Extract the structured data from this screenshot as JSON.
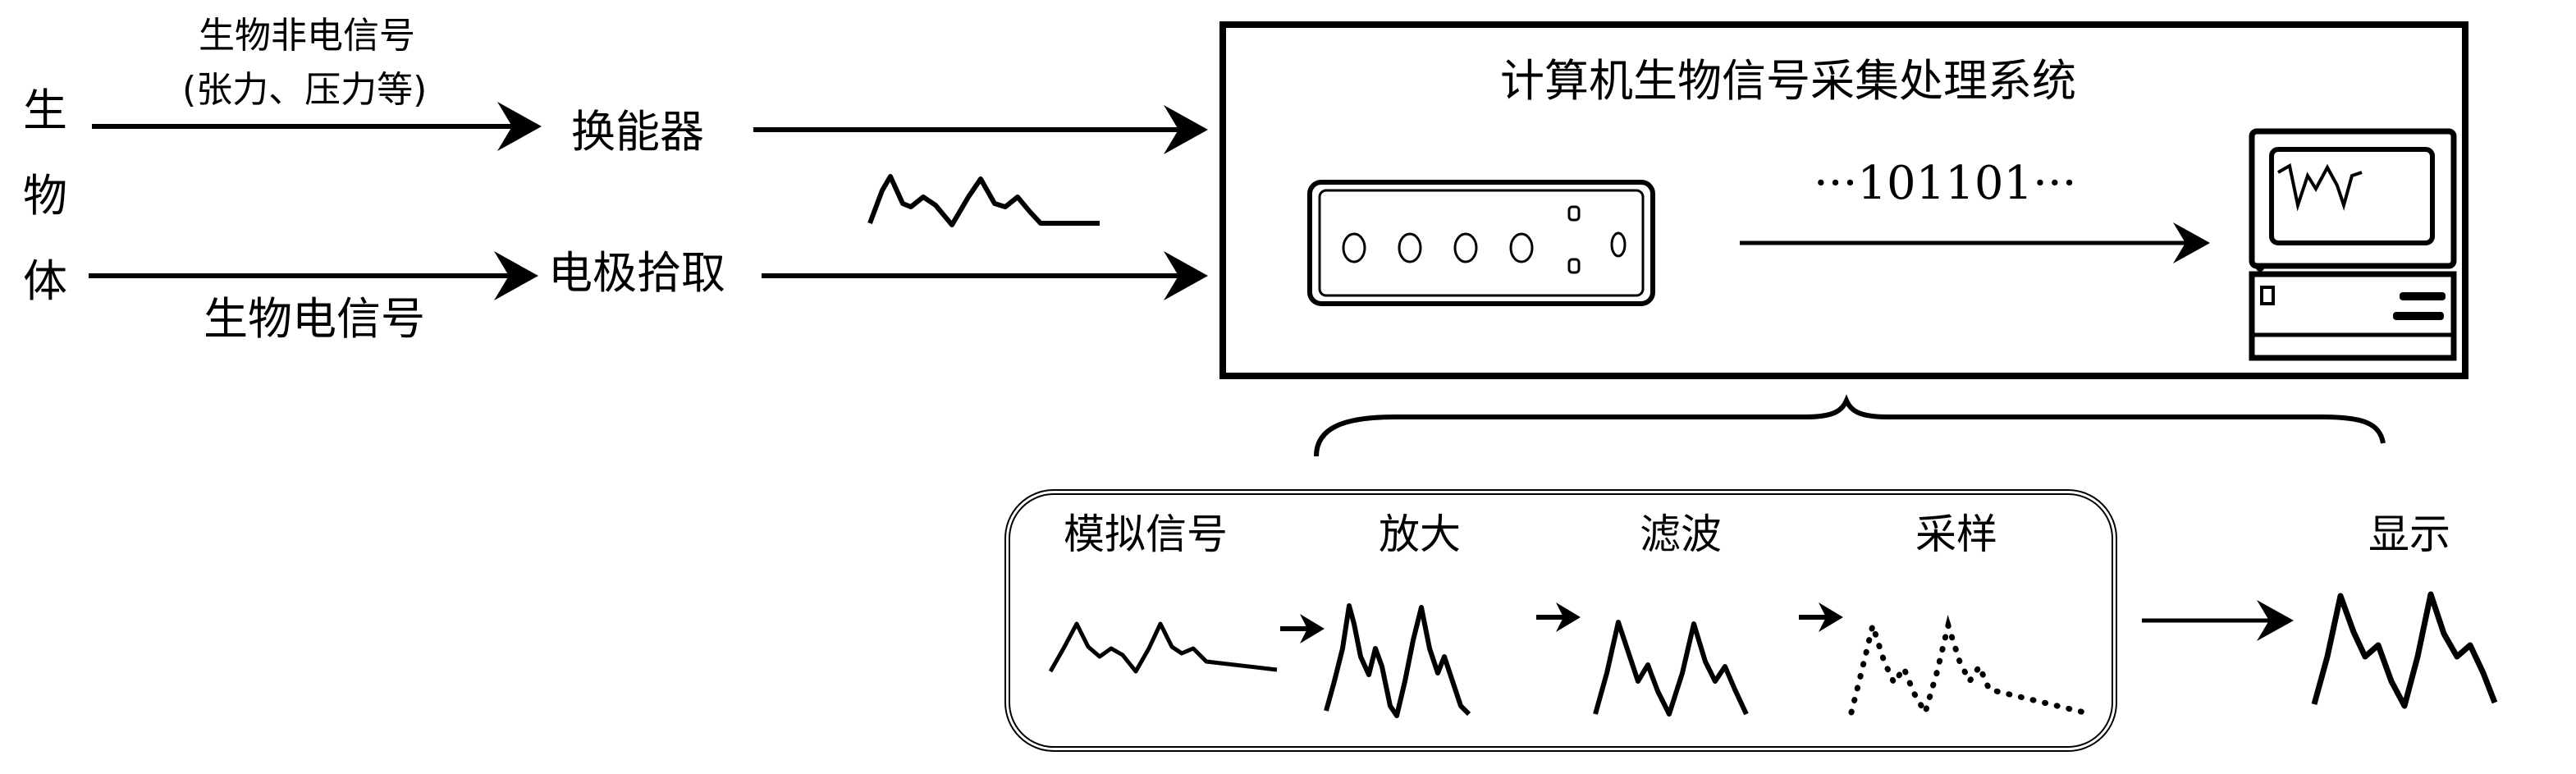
{
  "left": {
    "organism_chars": [
      "生",
      "物",
      "体"
    ],
    "top_path_label_line1": "生物非电信号",
    "top_path_label_line2": "(张力、压力等)",
    "bottom_path_label": "生物电信号",
    "transducer": "换能器",
    "electrode": "电极拾取"
  },
  "system": {
    "title": "计算机生物信号采集处理系统",
    "digital_stream": "···101101···"
  },
  "processing": {
    "steps": [
      "模拟信号",
      "放大",
      "滤波",
      "采样"
    ],
    "display_label": "显示"
  },
  "colors": {
    "ink": "#000000",
    "background": "#ffffff"
  }
}
